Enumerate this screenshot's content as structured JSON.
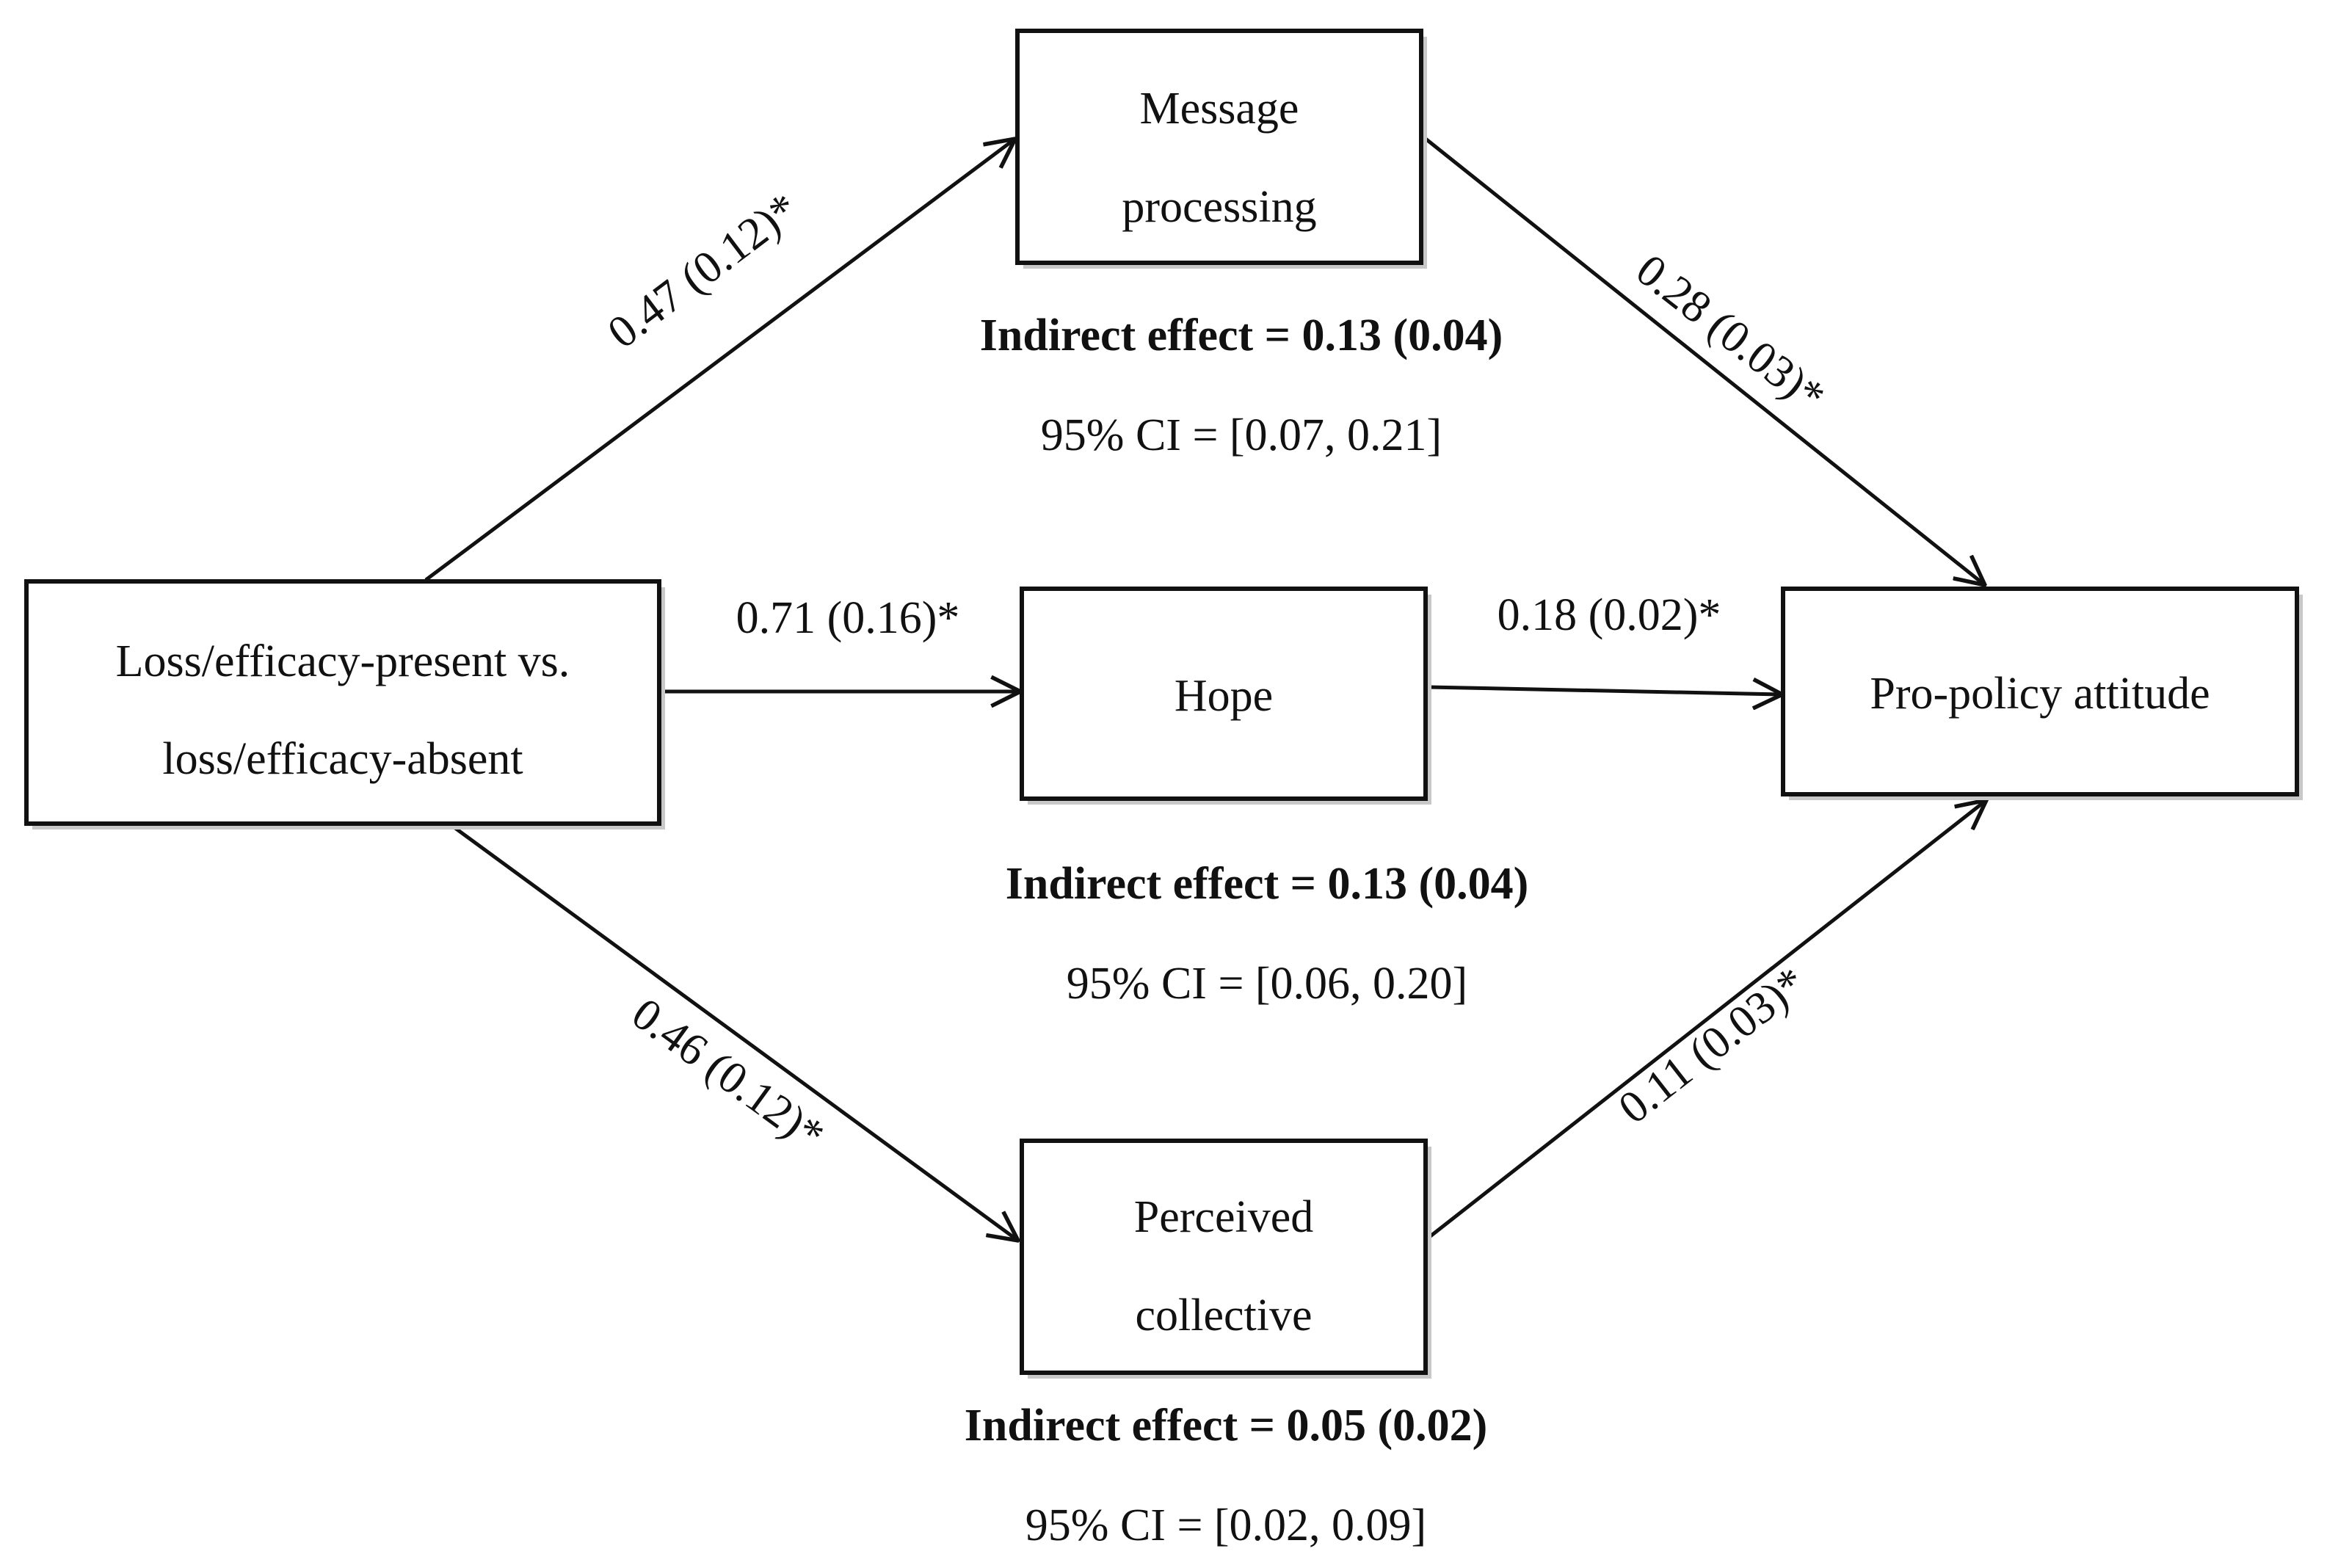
{
  "nodes": {
    "predictor": {
      "lines": [
        "Loss/efficacy-present vs.",
        "loss/efficacy-absent"
      ]
    },
    "message_processing": {
      "lines": [
        "Message",
        "processing"
      ]
    },
    "hope": {
      "lines": [
        "Hope"
      ]
    },
    "perceived_collective": {
      "lines": [
        "Perceived",
        "collective"
      ]
    },
    "outcome": {
      "lines": [
        "Pro-policy attitude"
      ]
    }
  },
  "paths": {
    "a_message": "0.47 (0.12)*",
    "b_message": "0.28 (0.03)*",
    "a_hope": "0.71 (0.16)*",
    "b_hope": "0.18 (0.02)*",
    "a_collective": "0.46 (0.12)*",
    "b_collective": "0.11 (0.03)*"
  },
  "indirect_effects": {
    "message": {
      "effect": "Indirect effect = 0.13 (0.04)",
      "ci": "95% CI = [0.07, 0.21]"
    },
    "hope": {
      "effect": "Indirect effect = 0.13 (0.04)",
      "ci": "95% CI = [0.06, 0.20]"
    },
    "collective": {
      "effect": "Indirect effect = 0.05 (0.02)",
      "ci": "95% CI = [0.02, 0.09]"
    }
  }
}
